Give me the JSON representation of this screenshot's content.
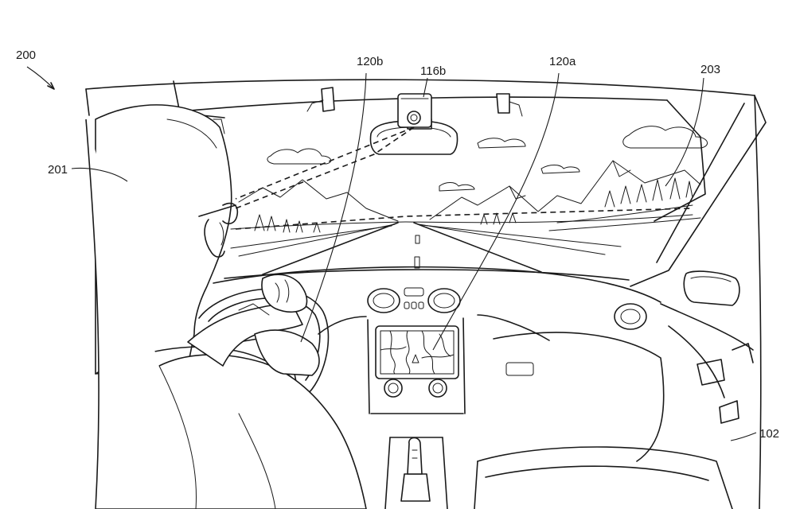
{
  "figure": {
    "labels": {
      "system": "200",
      "person": "201",
      "windshield": "203",
      "camera": "116b",
      "display_left": "120b",
      "display_center": "120a",
      "vehicle": "102"
    },
    "icons": {
      "camera": "camera-icon",
      "map": "map-icon",
      "mirror": "rearview-mirror-icon",
      "steering": "steering-wheel-icon",
      "gear": "gear-shifter-icon"
    },
    "colors": {
      "ink": "#1a1a1a",
      "paper": "#ffffff"
    }
  }
}
